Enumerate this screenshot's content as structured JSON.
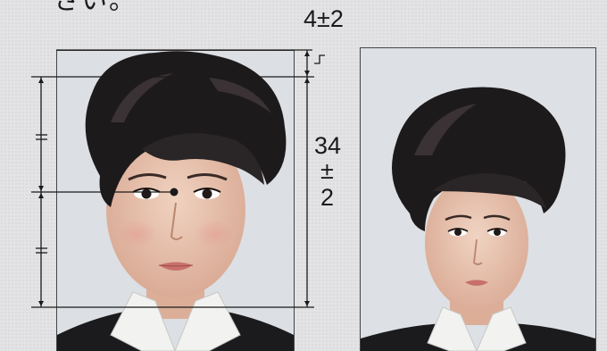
{
  "page": {
    "heading": "さい。",
    "top_margin_label": "4±2",
    "height_label_line1": "34",
    "height_label_line2": "±",
    "height_label_line3": "2"
  },
  "colors": {
    "background": "#e3e3e5",
    "photo_background": "#d9dce0",
    "hair": "#1d1a1b",
    "skin": "#e6c2ae",
    "jacket": "#1b1b1d",
    "collar": "#f2f2f0",
    "guide_line": "#1a1a1a"
  },
  "photos": [
    {
      "name": "photo-correct-proportion"
    },
    {
      "name": "photo-small-face-example"
    }
  ]
}
